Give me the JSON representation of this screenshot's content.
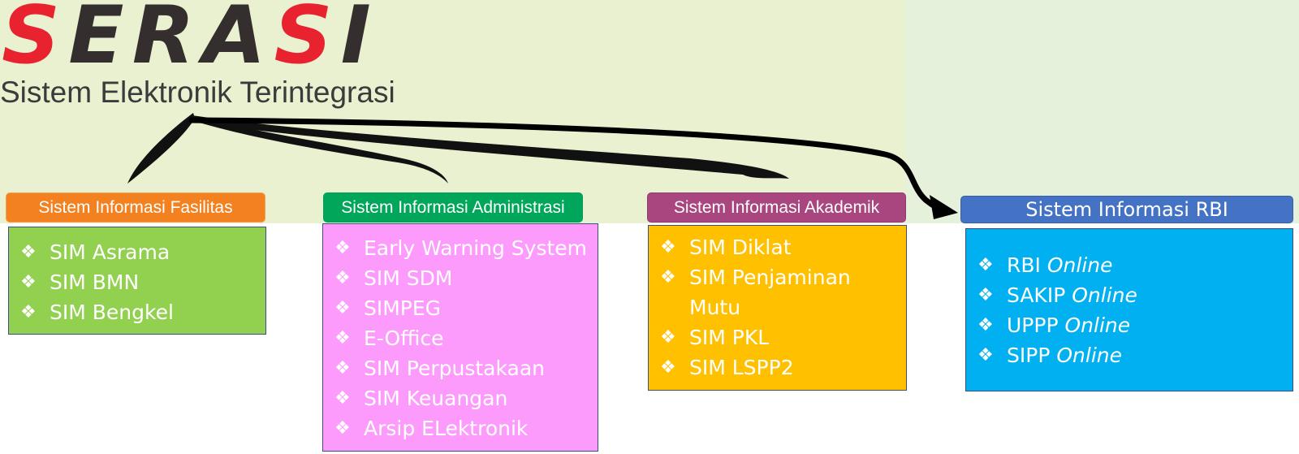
{
  "logo": {
    "letters": [
      "S",
      "E",
      "R",
      "A",
      "S",
      "I"
    ]
  },
  "subtitle": "Sistem Elektronik Terintegrasi",
  "bullet_glyph": "❖",
  "groups": [
    {
      "title": "Sistem Informasi Fasilitas",
      "color": "#f3811f",
      "box_color": "#92d050",
      "items": [
        {
          "text": "SIM Asrama"
        },
        {
          "text": "SIM BMN"
        },
        {
          "text": "SIM Bengkel"
        }
      ]
    },
    {
      "title": "Sistem Informasi Administrasi",
      "color": "#00a75a",
      "box_color": "#fd9bfd",
      "items": [
        {
          "text": "Early Warning System"
        },
        {
          "text": "SIM SDM"
        },
        {
          "text": "SIMPEG"
        },
        {
          "text": "E-Office"
        },
        {
          "text": "SIM Perpustakaan"
        },
        {
          "text": "SIM Keuangan"
        },
        {
          "text": "Arsip ELektronik"
        }
      ]
    },
    {
      "title": "Sistem Informasi Akademik",
      "color": "#a9467f",
      "box_color": "#ffc000",
      "items": [
        {
          "text": "SIM Diklat"
        },
        {
          "text": "SIM Penjaminan",
          "line2": "Mutu"
        },
        {
          "text": "SIM PKL"
        },
        {
          "text": "SIM LSPP2"
        }
      ]
    },
    {
      "title": "Sistem Informasi RBI",
      "color": "#4472c4",
      "box_color": "#00b0f0",
      "items": [
        {
          "text": "RBI",
          "suffix": "Online"
        },
        {
          "text": "SAKIP",
          "suffix": "Online"
        },
        {
          "text": "UPPP",
          "suffix": "Online"
        },
        {
          "text": "SIPP",
          "suffix": "Online"
        }
      ]
    }
  ]
}
